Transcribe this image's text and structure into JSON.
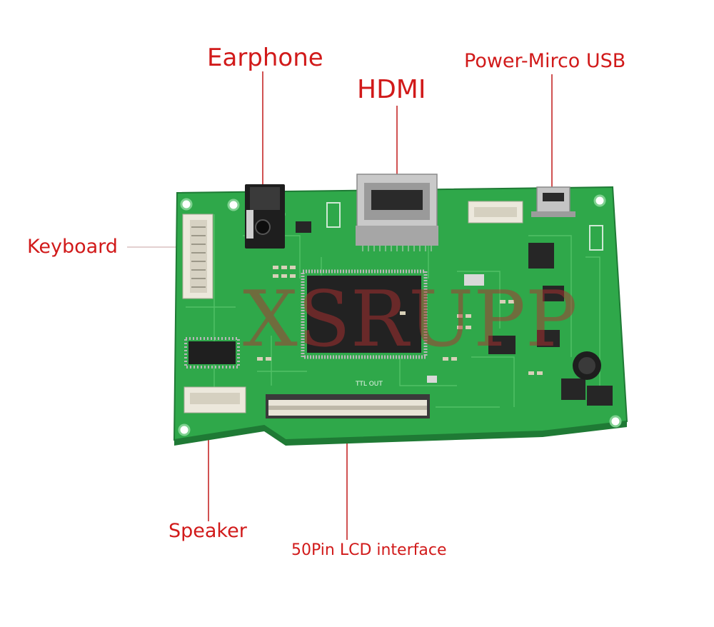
{
  "labels": {
    "earphone": "Earphone",
    "hdmi": "HDMI",
    "power": "Power-Mirco USB",
    "keyboard": "Keyboard",
    "speaker": "Speaker",
    "lcd": "50Pin LCD interface"
  },
  "board": {
    "watermark": "XSRUPP",
    "silkscreen_ttl": "TTL OUT"
  },
  "colors": {
    "label": "#d11a1a",
    "pcb": "#2fa84a",
    "pcb_dark": "#1f7a35",
    "trace": "#56c46a",
    "connector": "#ece8dc",
    "chip": "#222222",
    "metal": "#b8b8b8"
  }
}
